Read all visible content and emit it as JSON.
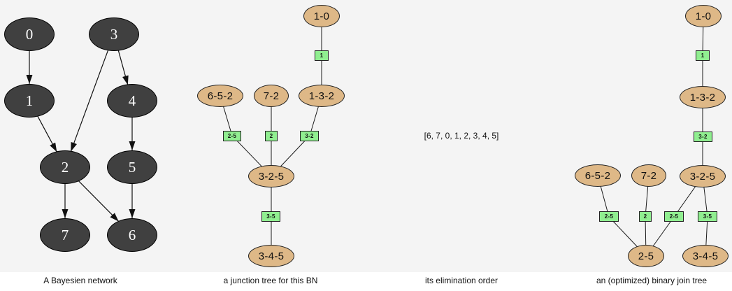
{
  "colors": {
    "background": "#f4f4f4",
    "caption_background": "#ffffff",
    "bn_node_fill": "#404040",
    "bn_node_text": "#ffffff",
    "clique_fill": "#deb887",
    "separator_fill": "#90ee90",
    "edge": "#1a1a1a"
  },
  "panels": {
    "bayesian_network": {
      "caption": "A Bayesien network",
      "nodes": [
        "0",
        "1",
        "2",
        "3",
        "4",
        "5",
        "6",
        "7"
      ],
      "edges": [
        "0->1",
        "1->2",
        "3->2",
        "3->4",
        "4->5",
        "2->7",
        "2->6",
        "5->6"
      ]
    },
    "junction_tree": {
      "caption": "a junction tree for this BN",
      "cliques": [
        "1-0",
        "6-5-2",
        "7-2",
        "1-3-2",
        "3-2-5",
        "3-4-5"
      ],
      "separators": [
        "1",
        "2-5",
        "2",
        "3-2",
        "3-5"
      ],
      "links": [
        "1-0 -[1]- 1-3-2",
        "6-5-2 -[2-5]- 3-2-5",
        "7-2 -[2]- 3-2-5",
        "1-3-2 -[3-2]- 3-2-5",
        "3-2-5 -[3-5]- 3-4-5"
      ]
    },
    "elimination_order": {
      "caption": "its elimination order",
      "value": "[6, 7, 0, 1, 2, 3, 4, 5]"
    },
    "binary_join_tree": {
      "caption": "an (optimized) binary join tree",
      "cliques": [
        "1-0",
        "1-3-2",
        "3-2-5",
        "6-5-2",
        "7-2",
        "2-5",
        "3-4-5"
      ],
      "separators": [
        "1",
        "3-2",
        "2-5",
        "2",
        "2-5",
        "3-5"
      ],
      "links": [
        "1-0 -[1]- 1-3-2",
        "1-3-2 -[3-2]- 3-2-5",
        "6-5-2 -[2-5]- 2-5",
        "7-2 -[2]- 2-5",
        "3-2-5 -[2-5]- 2-5",
        "3-2-5 -[3-5]- 3-4-5"
      ]
    }
  }
}
